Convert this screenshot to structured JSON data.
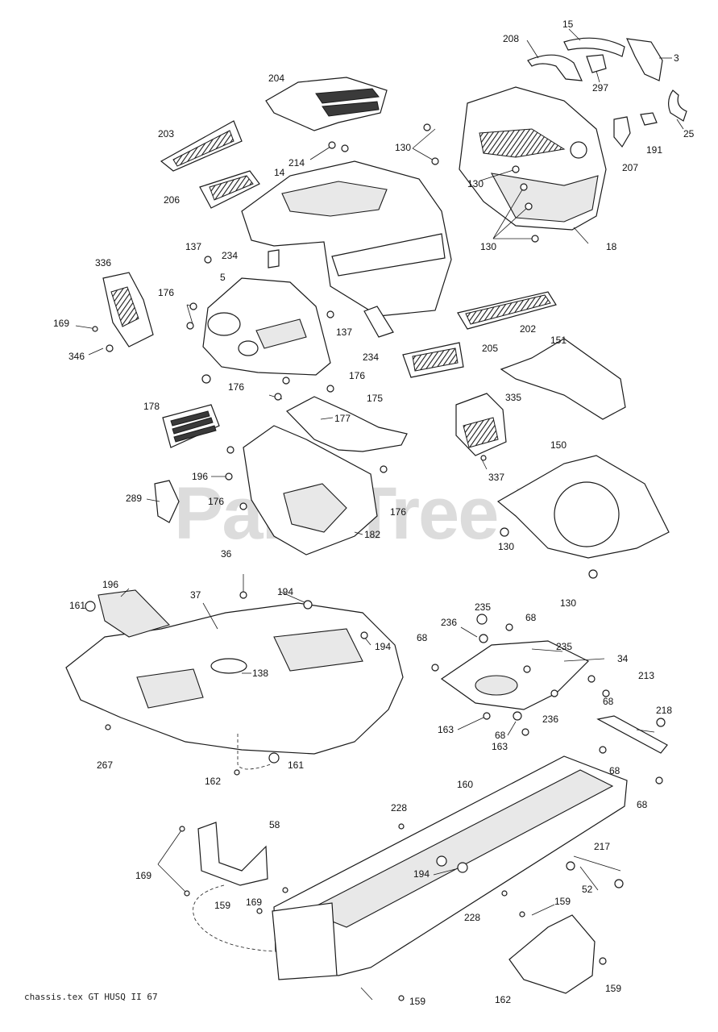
{
  "watermark": {
    "text": "PartsTree",
    "tm": "™"
  },
  "footer": {
    "text": "chassis.tex  GT HUSQ  II  67"
  },
  "callouts": [
    {
      "id": "c15",
      "text": "15"
    },
    {
      "id": "c208",
      "text": "208"
    },
    {
      "id": "c3",
      "text": "3"
    },
    {
      "id": "c297",
      "text": "297"
    },
    {
      "id": "c25",
      "text": "25"
    },
    {
      "id": "c191",
      "text": "191"
    },
    {
      "id": "c207",
      "text": "207"
    },
    {
      "id": "c204",
      "text": "204"
    },
    {
      "id": "c203",
      "text": "203"
    },
    {
      "id": "c130a",
      "text": "130"
    },
    {
      "id": "c130b",
      "text": "130"
    },
    {
      "id": "c130c",
      "text": "130"
    },
    {
      "id": "c214",
      "text": "214"
    },
    {
      "id": "c14",
      "text": "14"
    },
    {
      "id": "c206",
      "text": "206"
    },
    {
      "id": "c18",
      "text": "18"
    },
    {
      "id": "c137a",
      "text": "137"
    },
    {
      "id": "c234a",
      "text": "234"
    },
    {
      "id": "c336",
      "text": "336"
    },
    {
      "id": "c5",
      "text": "5"
    },
    {
      "id": "c176a",
      "text": "176"
    },
    {
      "id": "c169a",
      "text": "169"
    },
    {
      "id": "c346",
      "text": "346"
    },
    {
      "id": "c137b",
      "text": "137"
    },
    {
      "id": "c202",
      "text": "202"
    },
    {
      "id": "c234b",
      "text": "234"
    },
    {
      "id": "c205",
      "text": "205"
    },
    {
      "id": "c151",
      "text": "151"
    },
    {
      "id": "c176b",
      "text": "176"
    },
    {
      "id": "c176c",
      "text": "176"
    },
    {
      "id": "c178",
      "text": "178"
    },
    {
      "id": "c175",
      "text": "175"
    },
    {
      "id": "c177",
      "text": "177"
    },
    {
      "id": "c335",
      "text": "335"
    },
    {
      "id": "c337",
      "text": "337"
    },
    {
      "id": "c150",
      "text": "150"
    },
    {
      "id": "c196a",
      "text": "196"
    },
    {
      "id": "c289",
      "text": "289"
    },
    {
      "id": "c176d",
      "text": "176"
    },
    {
      "id": "c176e",
      "text": "176"
    },
    {
      "id": "c182",
      "text": "182"
    },
    {
      "id": "c130d",
      "text": "130"
    },
    {
      "id": "c130e",
      "text": "130"
    },
    {
      "id": "c36",
      "text": "36"
    },
    {
      "id": "c196b",
      "text": "196"
    },
    {
      "id": "c37",
      "text": "37"
    },
    {
      "id": "c194a",
      "text": "194"
    },
    {
      "id": "c161a",
      "text": "161"
    },
    {
      "id": "c194b",
      "text": "194"
    },
    {
      "id": "c138",
      "text": "138"
    },
    {
      "id": "c235a",
      "text": "235"
    },
    {
      "id": "c236a",
      "text": "236"
    },
    {
      "id": "c68a",
      "text": "68"
    },
    {
      "id": "c68b",
      "text": "68"
    },
    {
      "id": "c235b",
      "text": "235"
    },
    {
      "id": "c34",
      "text": "34"
    },
    {
      "id": "c213",
      "text": "213"
    },
    {
      "id": "c68c",
      "text": "68"
    },
    {
      "id": "c218",
      "text": "218"
    },
    {
      "id": "c163a",
      "text": "163"
    },
    {
      "id": "c68d",
      "text": "68"
    },
    {
      "id": "c236b",
      "text": "236"
    },
    {
      "id": "c163b",
      "text": "163"
    },
    {
      "id": "c267",
      "text": "267"
    },
    {
      "id": "c68e",
      "text": "68"
    },
    {
      "id": "c161b",
      "text": "161"
    },
    {
      "id": "c162a",
      "text": "162"
    },
    {
      "id": "c68f",
      "text": "68"
    },
    {
      "id": "c160",
      "text": "160"
    },
    {
      "id": "c228a",
      "text": "228"
    },
    {
      "id": "c58",
      "text": "58"
    },
    {
      "id": "c217",
      "text": "217"
    },
    {
      "id": "c169b",
      "text": "169"
    },
    {
      "id": "c194c",
      "text": "194"
    },
    {
      "id": "c52",
      "text": "52"
    },
    {
      "id": "c169c",
      "text": "169"
    },
    {
      "id": "c228b",
      "text": "228"
    },
    {
      "id": "c159a",
      "text": "159"
    },
    {
      "id": "c159b",
      "text": "159"
    },
    {
      "id": "c159c",
      "text": "159"
    },
    {
      "id": "c162b",
      "text": "162"
    },
    {
      "id": "c159d",
      "text": "159"
    }
  ]
}
